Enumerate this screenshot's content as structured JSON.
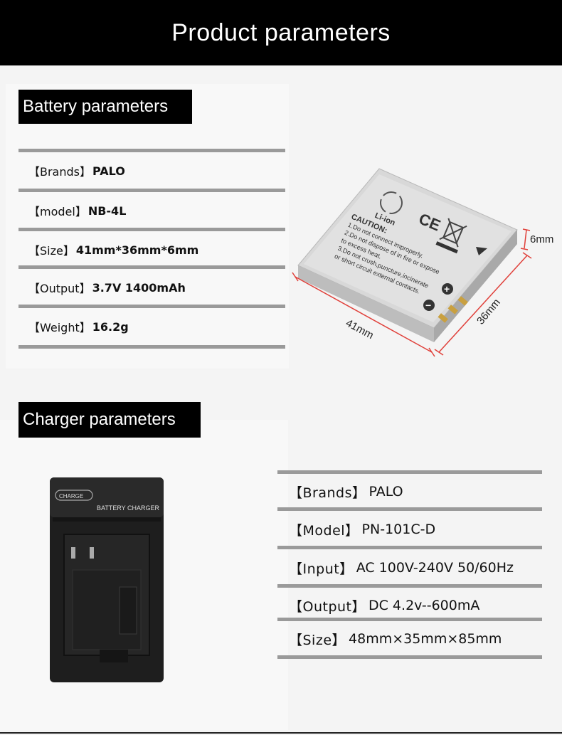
{
  "header": {
    "title": "Product parameters"
  },
  "battery": {
    "section_title": "Battery parameters",
    "rows": [
      {
        "label": "【Brands】",
        "value": "PALO"
      },
      {
        "label": "【model】",
        "value": "NB-4L"
      },
      {
        "label": "【Size】",
        "value": "41mm*36mm*6mm"
      },
      {
        "label": "【Output】",
        "value": "3.7V 1400mAh"
      },
      {
        "label": "【Weight】",
        "value": "16.2g"
      }
    ],
    "image": {
      "logo_text": "Li-ion",
      "caution_title": "CAUTION:",
      "caution_lines": [
        "1.Do not connect improperly.",
        "2.Do not dispose of in fire or expose",
        "to excess heat.",
        "3.Do not crush,puncture,incinerate",
        "or short circuit external contacts."
      ],
      "ce_mark": "CE",
      "plus": "+",
      "minus": "−",
      "dim_length": "41mm",
      "dim_width": "36mm",
      "dim_thickness": "6mm"
    }
  },
  "charger": {
    "section_title": "Charger parameters",
    "rows": [
      {
        "label": "【Brands】",
        "value": "PALO"
      },
      {
        "label": "【Model】",
        "value": "PN-101C-D"
      },
      {
        "label": "【Input】",
        "value": "AC 100V-240V 50/60Hz"
      },
      {
        "label": "【Output】",
        "value": "DC 4.2v--600mA"
      },
      {
        "label": "【Size】",
        "value": "48mm×35mm×85mm"
      }
    ],
    "image": {
      "charge_label": "CHARGE",
      "brand_label": "BATTERY CHARGER"
    }
  },
  "colors": {
    "accent_dim": "#e0403a",
    "divider": "#9a9a9a",
    "tag_bg": "#000000"
  }
}
